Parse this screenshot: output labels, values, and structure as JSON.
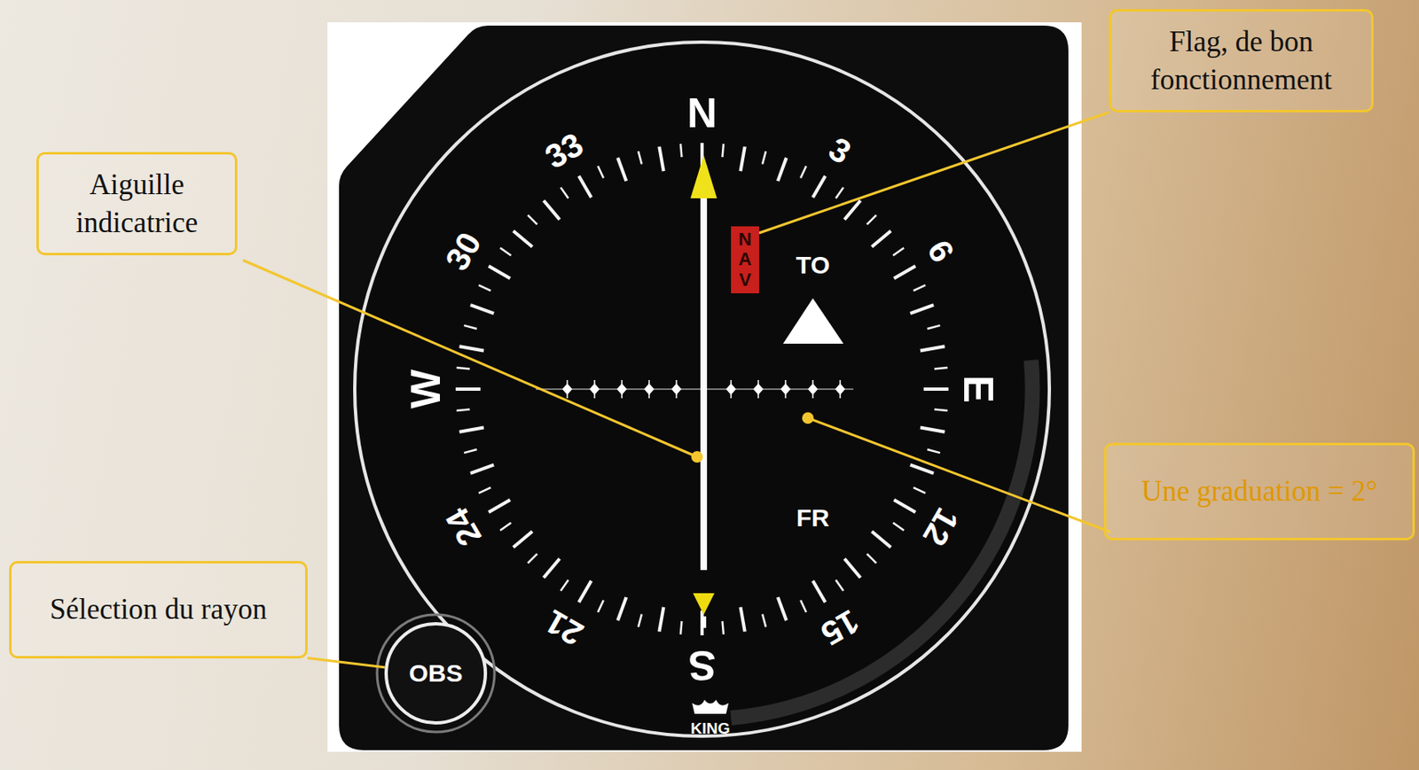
{
  "diagram": {
    "nodes": [
      {
        "text": [
          "Flag, de bon fonctionnement"
        ]
      },
      {
        "text": [
          "Aiguille indicatrice"
        ]
      },
      {
        "text": [
          "Une graduation = 2°"
        ]
      },
      {
        "text": [
          "Sélection du rayon"
        ]
      },
      {
        "text": [
          "NAV"
        ]
      },
      {
        "text": [
          "OBS"
        ]
      }
    ],
    "edges": [
      {
        "from": 0,
        "to": 4,
        "arrow": "none"
      },
      {
        "from": 3,
        "to": 5,
        "arrow": "none"
      }
    ],
    "labels": [
      "N",
      "3",
      "6",
      "E",
      "12",
      "15",
      "S",
      "21",
      "24",
      "W",
      "30",
      "33",
      "TO",
      "FR",
      "KING"
    ]
  }
}
